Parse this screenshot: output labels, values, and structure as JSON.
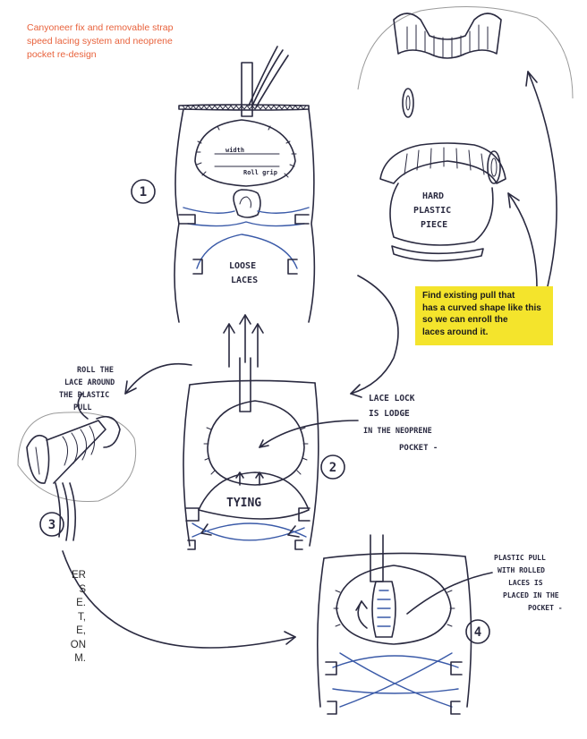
{
  "intro_lines": [
    "Canyoneer fix and removable strap",
    "speed lacing system and neoprene",
    "pocket re-design"
  ],
  "note_lines": [
    "Find existing pull that",
    "has a curved shape like this",
    "so we can enroll the",
    "laces around it."
  ],
  "side_text": "ER\nS\nE.\nT,\nE,\nON\nM.",
  "step_numbers": [
    "1",
    "2",
    "3",
    "4"
  ],
  "sketch_labels": {
    "loose_laces": [
      "LOOSE",
      "LACES"
    ],
    "hard_plastic": [
      "HARD",
      "PLASTIC",
      "PIECE"
    ],
    "lace_lock": [
      "LACE LOCK",
      "IS LODGE",
      "IN THE NEOPRENE",
      "POCKET -"
    ],
    "tying": "TYING",
    "roll_laces": [
      "ROLL THE",
      "LACE AROUND",
      "THE PLASTIC",
      "PULL"
    ],
    "plastic_pull": [
      "PLASTIC PULL",
      "WITH ROLLED",
      "LACES IS",
      "PLACED IN THE",
      "POCKET -"
    ],
    "width": "width",
    "pocket_dim": "Roll grip"
  },
  "colors": {
    "intro_text": "#e8623c",
    "note_background": "#f4e42c",
    "sketch_ink": "#2a2a40",
    "lace_blue": "#3a5aa8"
  }
}
